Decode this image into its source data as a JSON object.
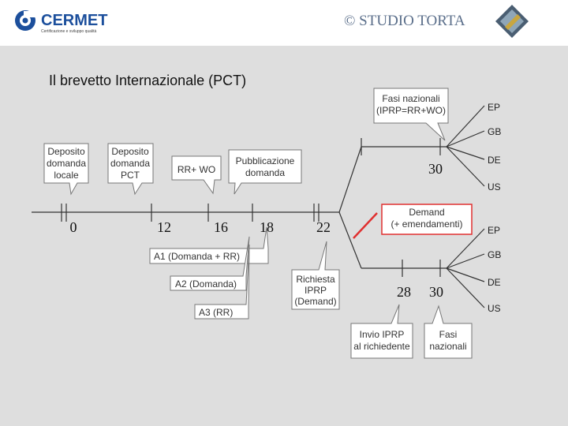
{
  "header": {
    "logo_name": "CERMET",
    "logo_tagline": "Certificazione e sviluppo qualità",
    "copyright": "© STUDIO TORTA"
  },
  "title": "Il brevetto Internazionale (PCT)",
  "callouts": {
    "deposito_locale": [
      "Deposito",
      "domanda",
      "locale"
    ],
    "deposito_pct": [
      "Deposito",
      "domanda",
      "PCT"
    ],
    "rr_wo": [
      "RR+ WO"
    ],
    "pubblicazione": [
      "Pubblicazione",
      "domanda"
    ],
    "fasi_nazionali_top": [
      "Fasi nazionali",
      "(IPRP=RR+WO)"
    ],
    "demand": [
      "Demand",
      "(+ emendamenti)"
    ],
    "richiesta_iprp": [
      "Richiesta",
      "IPRP",
      "(Demand)"
    ],
    "invio_iprp": [
      "Invio IPRP",
      "al richiedente"
    ],
    "fasi_nazionali_bottom": [
      "Fasi",
      "nazionali"
    ]
  },
  "timeline": {
    "months": [
      "0",
      "12",
      "16",
      "18",
      "22"
    ],
    "branch_top_month": "30",
    "branch_bottom_months": [
      "28",
      "30"
    ]
  },
  "labels": {
    "a1": "A1  (Domanda + RR)",
    "a2": "A2  (Domanda)",
    "a3": "A3  (RR)"
  },
  "countries": {
    "top": [
      "EP",
      "GB",
      "DE",
      "US"
    ],
    "bottom": [
      "EP",
      "GB",
      "DE",
      "US"
    ]
  },
  "colors": {
    "slide_bg": "#dedede",
    "demand_highlight": "#e03030"
  }
}
